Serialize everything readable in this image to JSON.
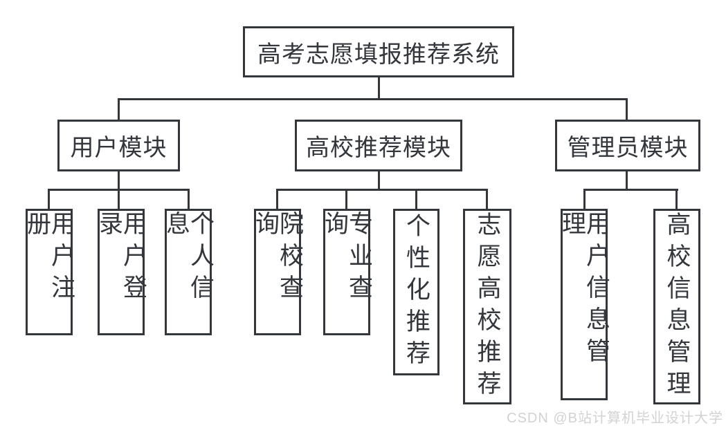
{
  "colors": {
    "line": "#33363b",
    "ink": "#33363b",
    "bg": "#ffffff",
    "watermark": "#d2d2d2"
  },
  "nodes": {
    "root": {
      "label": "高考志愿填报推荐系统"
    },
    "user_module": {
      "label": "用户模块"
    },
    "recommend_module": {
      "label": "高校推荐模块"
    },
    "admin_module": {
      "label": "管理员模块"
    },
    "user_register": {
      "label": "用户注册"
    },
    "user_login": {
      "label": "用户登录"
    },
    "personal_info": {
      "label": "个人信息"
    },
    "college_query": {
      "label": "院校查询"
    },
    "major_query": {
      "label": "专业查询"
    },
    "personalized_recommend": {
      "label": "个性化推荐"
    },
    "volunteer_college_recommend": {
      "label": "志愿高校推荐"
    },
    "user_info_management": {
      "label": "用户信息管理"
    },
    "college_info_management": {
      "label": "高校信息管理"
    }
  },
  "watermark": {
    "text": "CSDN @B站计算机毕业设计大学"
  }
}
